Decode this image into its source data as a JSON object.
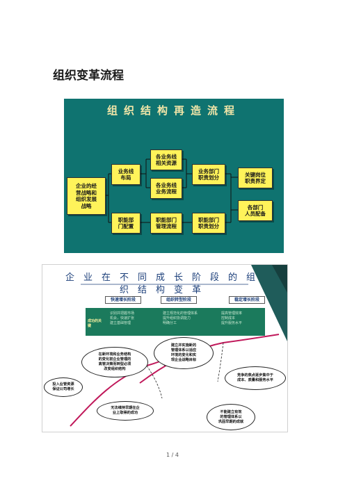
{
  "document": {
    "title": "组织变革流程",
    "page_number": "1 / 4"
  },
  "slide1": {
    "title": "组织结构再造流程",
    "boxes": {
      "strategy": "企业的经\n营战略和\n组织发展\n战略",
      "business_layout": "业务线\n布局",
      "functional_config": "职能部\n门配置",
      "bl_resources": "各业务线\n相关资源",
      "bl_process": "各业务线\n业务流程",
      "func_process": "职能部门\n管理流程",
      "bl_duty": "业务部门\n职责划分",
      "func_duty": "职能部门\n职责划分",
      "key_posts": "关键岗位\n职责界定",
      "staffing": "各部门\n人员配备"
    }
  },
  "slide2": {
    "title": "企业在不同成长阶段的组织结构变革",
    "stages": [
      "快速增长阶段",
      "组织转型阶段",
      "稳定增长阶段"
    ],
    "band": {
      "row_label": "成功的关键",
      "cells": [
        "识别并把握市场\n机会，快速扩张\n建立基础管理",
        "建立规范化的管理体系\n提升组织协调能力\n明确分工",
        "提高管理效率\n控制成本\n提升服务水平"
      ]
    },
    "clouds": {
      "left_top": "在新环境和业务结构\n的变化前企业管理的\n高管决策而转型必须\n改变组织结构",
      "mid_top": "建立并实施新的\n管理体系以适应\n环境的变化和实\n现企业战略目标",
      "left_side": "投入业管资源\n保证公司增长",
      "right_side": "竞争的焦点逐步集中于\n成本、质量和服务水平",
      "bottom_left": "无法维持早期在企\n业上取得的成功",
      "bottom_right": "不能建立有效\n的管理体系以\n巩固早期的成就"
    }
  }
}
